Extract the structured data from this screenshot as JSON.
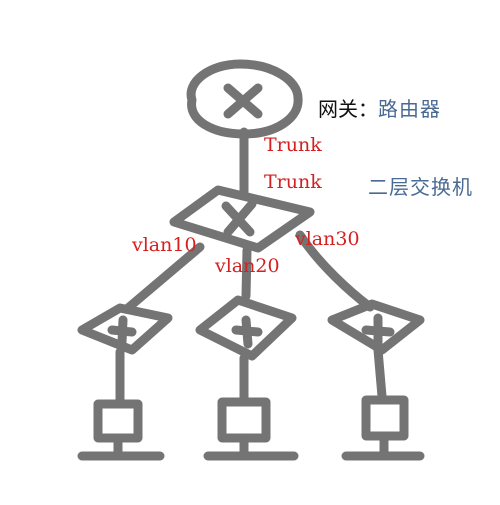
{
  "colors": {
    "stroke": "#747474",
    "link_label": "#d42020",
    "device_label": "#4a6a93",
    "gateway_prefix": "#111111"
  },
  "labels": {
    "gateway_prefix": "网关：",
    "gateway_device": "路由器",
    "switch_layer": "二层交换机",
    "trunk_upper": "Trunk",
    "trunk_lower": "Trunk",
    "vlan_left": "vlan10",
    "vlan_middle": "vlan20",
    "vlan_right": "vlan30"
  },
  "nodes": [
    {
      "id": "router",
      "kind": "router",
      "icon": "router-icon"
    },
    {
      "id": "core-switch",
      "kind": "switch",
      "icon": "switch-icon"
    },
    {
      "id": "access-switch-1",
      "kind": "switch",
      "icon": "switch-icon"
    },
    {
      "id": "access-switch-2",
      "kind": "switch",
      "icon": "switch-icon"
    },
    {
      "id": "access-switch-3",
      "kind": "switch",
      "icon": "switch-icon"
    },
    {
      "id": "host-1",
      "kind": "host",
      "icon": "computer-icon"
    },
    {
      "id": "host-2",
      "kind": "host",
      "icon": "computer-icon"
    },
    {
      "id": "host-3",
      "kind": "host",
      "icon": "computer-icon"
    }
  ],
  "links": [
    {
      "from": "router",
      "to": "core-switch"
    },
    {
      "from": "core-switch",
      "to": "access-switch-1"
    },
    {
      "from": "core-switch",
      "to": "access-switch-2"
    },
    {
      "from": "core-switch",
      "to": "access-switch-3"
    },
    {
      "from": "access-switch-1",
      "to": "host-1"
    },
    {
      "from": "access-switch-2",
      "to": "host-2"
    },
    {
      "from": "access-switch-3",
      "to": "host-3"
    }
  ]
}
